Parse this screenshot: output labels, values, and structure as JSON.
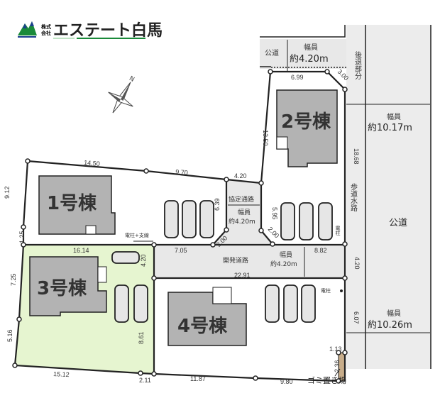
{
  "logo": {
    "company_prefix_top": "株式",
    "company_prefix_bottom": "会社",
    "company_name": "エステート白馬",
    "brand_color": "#1a8a3a"
  },
  "compass": {
    "north_label": "N"
  },
  "buildings": [
    {
      "label": "1号棟"
    },
    {
      "label": "2号棟"
    },
    {
      "label": "3号棟"
    },
    {
      "label": "4号棟"
    }
  ],
  "roads": {
    "top_road": {
      "label": "公道",
      "width_label": "幅員",
      "width_value": "約4.20m"
    },
    "setback": "後退部分",
    "main_road": {
      "label": "公道",
      "width_label_top": "幅員",
      "width_value_top": "約10.17m",
      "width_label_bottom": "幅員",
      "width_value_bottom": "約10.26m"
    },
    "sidewalk": "歩道水路",
    "agreement_path": {
      "label": "協定通路",
      "width_label": "幅員",
      "width_value": "約4.20m"
    },
    "dev_road": {
      "label": "開発道路",
      "width_label": "幅員",
      "width_value": "約4.20m"
    }
  },
  "annotations": {
    "pole_guy": "電柱+支線",
    "pole_right": "電柱",
    "pole_lower": "電柱",
    "garbage": "ゴミ置き場"
  },
  "dimensions": {
    "d1450": "14.50",
    "d970": "9.70",
    "d420a": "4.20",
    "d912": "9.12",
    "d125": "1.25",
    "d639": "6.39",
    "d595": "5.95",
    "d200a": "2.00",
    "d200b": "2.00",
    "d1350": "13.50",
    "d699": "6.99",
    "d300": "3.00",
    "d1868": "18.68",
    "d1614": "16.14",
    "d705": "7.05",
    "d882": "8.82",
    "d420b": "4.20",
    "d420c": "4.20",
    "d2291": "22.91",
    "d725": "7.25",
    "d516": "5.16",
    "d1512": "15.12",
    "d211": "2.11",
    "d861": "8.61",
    "d1187": "11.87",
    "d980": "9.80",
    "d607": "6.07",
    "d113": "1.13",
    "d236": "2.36"
  },
  "colors": {
    "lot3": "#e6f5d0",
    "road": "#e8e8e8",
    "building": "#b3b3b3",
    "garbage": "#c8ad8a"
  }
}
